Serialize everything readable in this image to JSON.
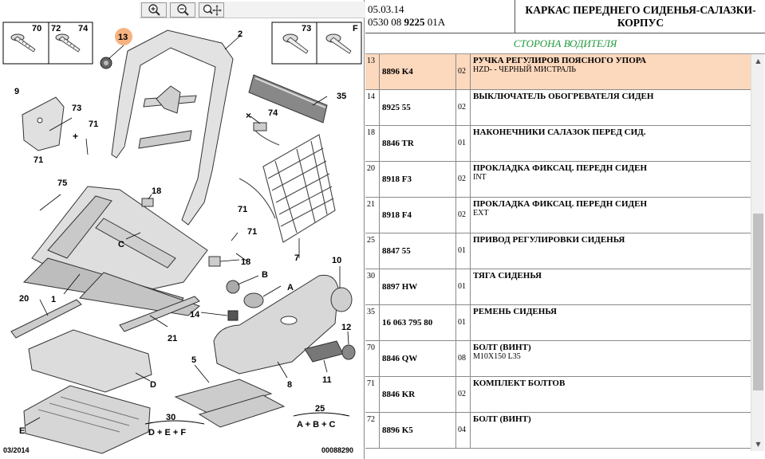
{
  "toolbar": {
    "zoom_in_icon": "zoom-in-icon",
    "zoom_out_icon": "zoom-out-icon",
    "zoom_pan_icon": "zoom-pan-icon"
  },
  "diagram": {
    "callouts": {
      "c70": "70",
      "c72": "72",
      "c74a": "74",
      "c13": "13",
      "c2": "2",
      "c73a": "73",
      "cF": "F",
      "c9": "9",
      "c73b": "73",
      "c71a": "71",
      "c71b": "71",
      "c74b": "74",
      "c35": "35",
      "c75": "75",
      "c18a": "18",
      "c71c": "71",
      "c71d": "71",
      "cC": "C",
      "c7": "7",
      "c18b": "18",
      "c10": "10",
      "cB": "B",
      "cA": "A",
      "c20": "20",
      "c1": "1",
      "c14": "14",
      "c21": "21",
      "c12": "12",
      "c11": "11",
      "c8": "8",
      "c5": "5",
      "cD": "D",
      "c25": "25",
      "c30": "30",
      "cE": "E"
    },
    "formula_30": "D + E + F",
    "formula_25": "A + B + C",
    "footer_left": "03/2014",
    "footer_right": "00088290",
    "highlight_color": "#f5a46a"
  },
  "header": {
    "date": "05.03.14",
    "code_prefix": "0530 08",
    "code_bold": "9225",
    "code_suffix": "01A",
    "title": "КАРКАС ПЕРЕДНЕГО СИДЕНЬЯ-САЛАЗКИ-КОРПУС",
    "subheading": "СТОРОНА ВОДИТЕЛЯ"
  },
  "rows": [
    {
      "idx": "13",
      "ref": "8896 K4",
      "qty": "02",
      "desc": "РУЧКА РЕГУЛИРОВ ПОЯСНОГО УПОРА",
      "sub": "HZD- - ЧЕРНЫЙ МИСТРАЛЬ"
    },
    {
      "idx": "14",
      "ref": "8925 55",
      "qty": "02",
      "desc": "ВЫКЛЮЧАТЕЛЬ ОБОГРЕВАТЕЛЯ СИДЕН",
      "sub": ""
    },
    {
      "idx": "18",
      "ref": "8846 TR",
      "qty": "01",
      "desc": "НАКОНЕЧНИКИ САЛАЗОК ПЕРЕД СИД.",
      "sub": ""
    },
    {
      "idx": "20",
      "ref": "8918 F3",
      "qty": "02",
      "desc": "ПРОКЛАДКА ФИКСАЦ. ПЕРЕДН СИДЕН",
      "sub": "INT"
    },
    {
      "idx": "21",
      "ref": "8918 F4",
      "qty": "02",
      "desc": "ПРОКЛАДКА ФИКСАЦ. ПЕРЕДН СИДЕН",
      "sub": "EXT"
    },
    {
      "idx": "25",
      "ref": "8847 55",
      "qty": "01",
      "desc": "ПРИВОД РЕГУЛИРОВКИ СИДЕНЬЯ",
      "sub": ""
    },
    {
      "idx": "30",
      "ref": "8897 HW",
      "qty": "01",
      "desc": "ТЯГА СИДЕНЬЯ",
      "sub": ""
    },
    {
      "idx": "35",
      "ref": "16 063 795 80",
      "qty": "01",
      "desc": "РЕМЕНЬ СИДЕНЬЯ",
      "sub": ""
    },
    {
      "idx": "70",
      "ref": "8846 QW",
      "qty": "08",
      "desc": "БОЛТ (ВИНТ)",
      "sub": "M10X150 L35"
    },
    {
      "idx": "71",
      "ref": "8846 KR",
      "qty": "02",
      "desc": "КОМПЛЕКТ БОЛТОВ",
      "sub": ""
    },
    {
      "idx": "72",
      "ref": "8896 K5",
      "qty": "04",
      "desc": "БОЛТ (ВИНТ)",
      "sub": ""
    }
  ],
  "scrollbar": {
    "up_arrow": "▲",
    "down_arrow": "▼"
  }
}
